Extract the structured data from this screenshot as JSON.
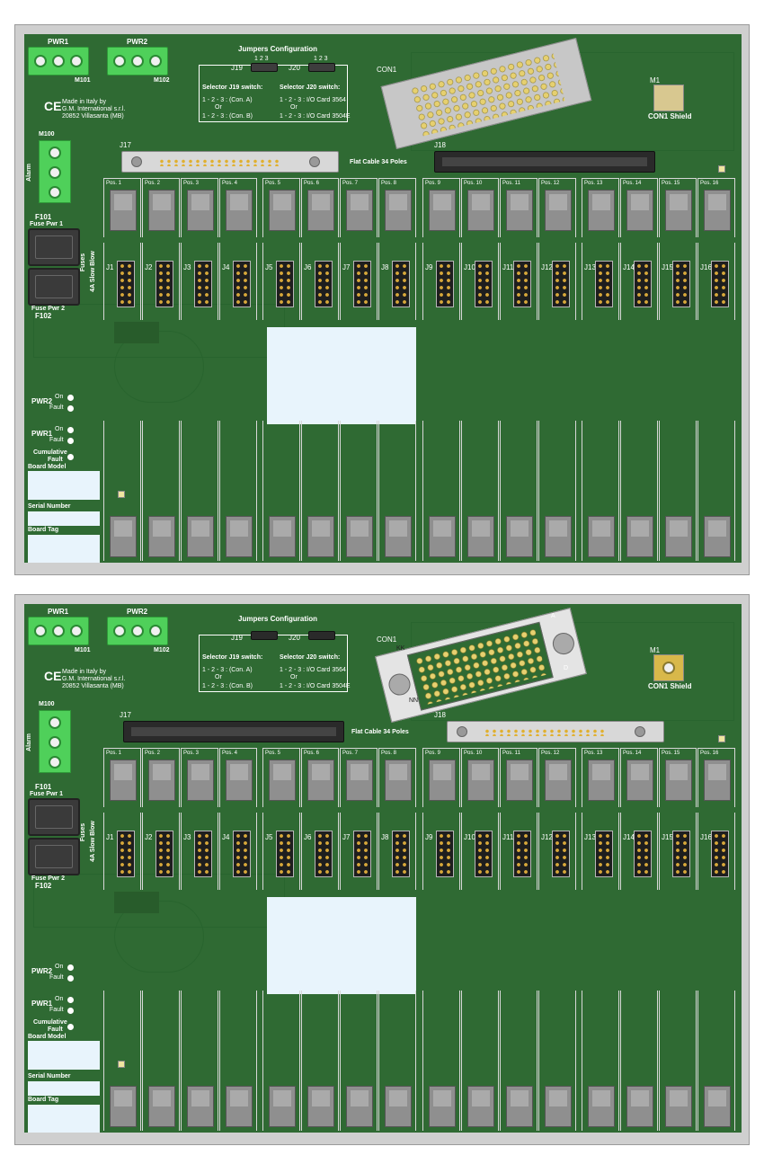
{
  "panels": [
    {
      "title": "Jumpers Configuration",
      "pwr1": "PWR1",
      "pwr2": "PWR2",
      "m101": "M101",
      "m102": "M102",
      "m100": "M100",
      "alarm": "Alarm",
      "made_in": "Made in Italy by",
      "company": "G.M. International s.r.l.",
      "address": "20852 Villasanta (MB)",
      "j19": "J19",
      "j20": "J20",
      "pins_123": "1 2 3",
      "sel_j19": "Selector J19 switch:",
      "sel_j20": "Selector J20 switch:",
      "j19_opt_a": "1 - 2 - 3 : (Con. A)",
      "j19_opt_b": "1 - 2 - 3 : (Con. B)",
      "j20_opt_a": "1 - 2 - 3 : I/O Card 3564",
      "j20_opt_b": "1 - 2 - 3 : I/O Card 3504E",
      "or": "Or",
      "con1": "CON1",
      "m1": "M1",
      "con1_shield": "CON1 Shield",
      "j17": "J17",
      "j18": "J18",
      "flat_cable": "Flat Cable 34 Poles",
      "f101": "F101",
      "fuse_pwr1": "Fuse Pwr 1",
      "fuses": "Fuses",
      "slow_blow": "4A Slow Blow",
      "fuse_pwr2": "Fuse Pwr 2",
      "f102": "F102",
      "pwr2_led": "PWR2",
      "pwr1_led": "PWR1",
      "on": "On",
      "fault": "Fault",
      "cumulative": "Cumulative",
      "board_model": "Board Model",
      "serial_number": "Serial Number",
      "board_tag": "Board Tag",
      "positions": [
        "Pos. 1",
        "Pos. 2",
        "Pos. 3",
        "Pos. 4",
        "Pos. 5",
        "Pos. 6",
        "Pos. 7",
        "Pos. 8",
        "Pos. 9",
        "Pos. 10",
        "Pos. 11",
        "Pos. 12",
        "Pos. 13",
        "Pos. 14",
        "Pos. 15",
        "Pos. 16"
      ],
      "jumpers": [
        "J1",
        "J2",
        "J3",
        "J4",
        "J5",
        "J6",
        "J7",
        "J8",
        "J9",
        "J10",
        "J11",
        "J12",
        "J13",
        "J14",
        "J15",
        "J16"
      ]
    },
    {
      "title": "Jumpers Configuration",
      "pwr1": "PWR1",
      "pwr2": "PWR2",
      "m101": "M101",
      "m102": "M102",
      "m100": "M100",
      "alarm": "Alarm",
      "made_in": "Made in Italy by",
      "company": "G.M. International s.r.l.",
      "address": "20852 Villasanta (MB)",
      "j19": "J19",
      "j20": "J20",
      "pins_123": "1 2 3",
      "sel_j19": "Selector J19 switch:",
      "sel_j20": "Selector J20 switch:",
      "j19_opt_a": "1 - 2 - 3 : (Con. A)",
      "j19_opt_b": "1 - 2 - 3 : (Con. B)",
      "j20_opt_a": "1 - 2 - 3 : I/O Card 3564",
      "j20_opt_b": "1 - 2 - 3 : I/O Card 3504E",
      "or": "Or",
      "con1": "CON1",
      "con1_kk": "KK",
      "con1_a": "A",
      "con1_nn": "NN",
      "con1_d": "D",
      "m1": "M1",
      "con1_shield": "CON1 Shield",
      "j17": "J17",
      "j18": "J18",
      "flat_cable": "Flat Cable 34 Poles",
      "f101": "F101",
      "fuse_pwr1": "Fuse Pwr 1",
      "fuses": "Fuses",
      "slow_blow": "4A Slow Blow",
      "fuse_pwr2": "Fuse Pwr 2",
      "f102": "F102",
      "pwr2_led": "PWR2",
      "pwr1_led": "PWR1",
      "on": "On",
      "fault": "Fault",
      "cumulative": "Cumulative",
      "board_model": "Board Model",
      "serial_number": "Serial Number",
      "board_tag": "Board Tag",
      "positions": [
        "Pos. 1",
        "Pos. 2",
        "Pos. 3",
        "Pos. 4",
        "Pos. 5",
        "Pos. 6",
        "Pos. 7",
        "Pos. 8",
        "Pos. 9",
        "Pos. 10",
        "Pos. 11",
        "Pos. 12",
        "Pos. 13",
        "Pos. 14",
        "Pos. 15",
        "Pos. 16"
      ],
      "jumpers": [
        "J1",
        "J2",
        "J3",
        "J4",
        "J5",
        "J6",
        "J7",
        "J8",
        "J9",
        "J10",
        "J11",
        "J12",
        "J13",
        "J14",
        "J15",
        "J16"
      ]
    }
  ]
}
